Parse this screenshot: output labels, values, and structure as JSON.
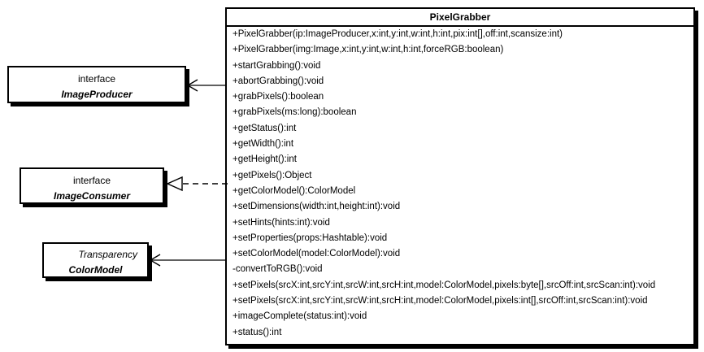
{
  "diagram": {
    "type": "uml-class-diagram",
    "main_class": {
      "name": "PixelGrabber",
      "members": [
        "+PixelGrabber(ip:ImageProducer,x:int,y:int,w:int,h:int,pix:int[],off:int,scansize:int)",
        "+PixelGrabber(img:Image,x:int,y:int,w:int,h:int,forceRGB:boolean)",
        "+startGrabbing():void",
        "+abortGrabbing():void",
        "+grabPixels():boolean",
        "+grabPixels(ms:long):boolean",
        "+getStatus():int",
        "+getWidth():int",
        "+getHeight():int",
        "+getPixels():Object",
        "+getColorModel():ColorModel",
        "+setDimensions(width:int,height:int):void",
        "+setHints(hints:int):void",
        "+setProperties(props:Hashtable):void",
        "+setColorModel(model:ColorModel):void",
        "-convertToRGB():void",
        "+setPixels(srcX:int,srcY:int,srcW:int,srcH:int,model:ColorModel,pixels:byte[],srcOff:int,srcScan:int):void",
        "+setPixels(srcX:int,srcY:int,srcW:int,srcH:int,model:ColorModel,pixels:int[],srcOff:int,srcScan:int):void",
        "+imageComplete(status:int):void",
        "+status():int"
      ]
    },
    "related": {
      "image_producer": {
        "stereotype": "interface",
        "name": "ImageProducer"
      },
      "image_consumer": {
        "stereotype": "interface",
        "name": "ImageConsumer"
      },
      "color_model": {
        "stereotype": "Transparency",
        "name": "ColorModel"
      }
    },
    "relationships": [
      {
        "id": "rel-image-producer",
        "from": "PixelGrabber",
        "to": "ImageProducer",
        "kind": "association",
        "line": "solid",
        "arrowhead": "open"
      },
      {
        "id": "rel-image-consumer",
        "from": "PixelGrabber",
        "to": "ImageConsumer",
        "kind": "realization",
        "line": "dashed",
        "arrowhead": "hollow-triangle"
      },
      {
        "id": "rel-color-model",
        "from": "PixelGrabber",
        "to": "ColorModel",
        "kind": "association",
        "line": "solid",
        "arrowhead": "open"
      }
    ],
    "colors": {
      "stroke": "#000000",
      "fill": "#ffffff",
      "shadow": "#000000"
    }
  }
}
